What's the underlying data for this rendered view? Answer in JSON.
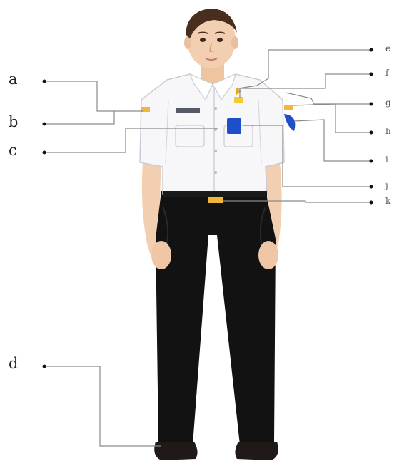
{
  "labels": {
    "left": [
      {
        "id": "a",
        "text": "a"
      },
      {
        "id": "b",
        "text": "b"
      },
      {
        "id": "c",
        "text": "c"
      },
      {
        "id": "d",
        "text": "d"
      }
    ],
    "right": [
      {
        "id": "e",
        "text": "e"
      },
      {
        "id": "f",
        "text": "f"
      },
      {
        "id": "g",
        "text": "g"
      },
      {
        "id": "h",
        "text": "h"
      },
      {
        "id": "i",
        "text": "i"
      },
      {
        "id": "j",
        "text": "j"
      },
      {
        "id": "k",
        "text": "k"
      }
    ]
  },
  "colors": {
    "skin": "#f2cfb0",
    "hair": "#4a2e1d",
    "shirt": "#f7f7f9",
    "trousers": "#121212",
    "shoes": "#1f1a17",
    "belt_buckle": "#f0b73b",
    "badge_blue": "#1f4fc8",
    "leader_line": "#8a8a8a"
  }
}
